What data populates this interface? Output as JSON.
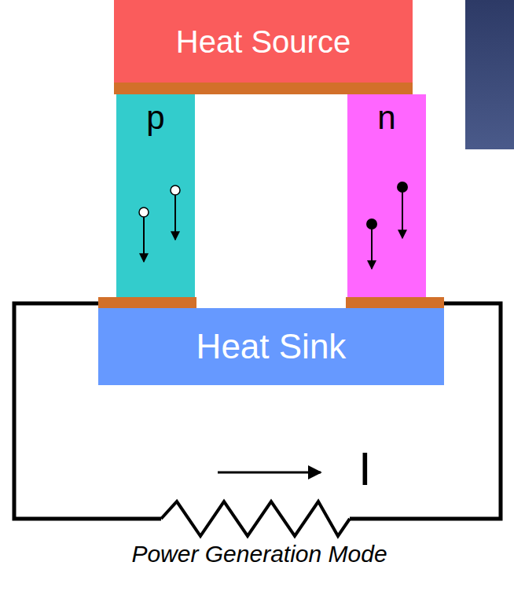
{
  "diagram": {
    "caption": "Power Generation Mode",
    "nodes": [
      {
        "text": [
          "Heat Source"
        ]
      },
      {
        "text": [
          "p"
        ]
      },
      {
        "text": [
          "n"
        ]
      },
      {
        "text": [
          "Heat Sink"
        ]
      }
    ],
    "labels": [
      "I"
    ]
  }
}
